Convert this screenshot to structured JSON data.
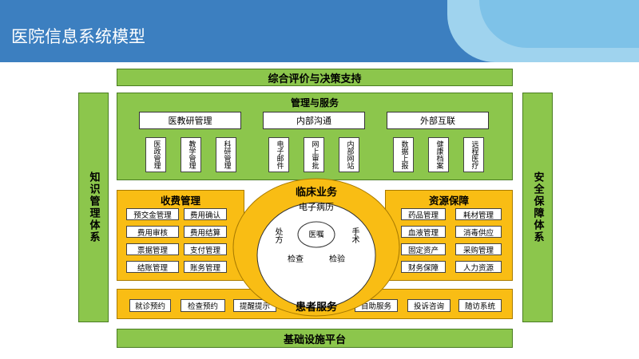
{
  "page_title": "医院信息系统模型",
  "top_bar": "综合评价与决策支持",
  "bottom_bar": "基础设施平台",
  "left_side": "知识管理体系",
  "right_side": "安全保障体系",
  "management": {
    "title": "管理与服务",
    "groups": [
      {
        "label": "医教研管理",
        "items": [
          "医政管理",
          "教学管理",
          "科研管理"
        ]
      },
      {
        "label": "内部沟通",
        "items": [
          "电子邮件",
          "网上审批",
          "内部网站"
        ]
      },
      {
        "label": "外部互联",
        "items": [
          "数据上报",
          "健康档案",
          "远程医疗"
        ]
      }
    ]
  },
  "billing": {
    "title": "收费管理",
    "items": [
      "预交金管理",
      "费用确认",
      "费用审核",
      "费用结算",
      "票据管理",
      "支付管理",
      "结账管理",
      "账务管理"
    ]
  },
  "resources": {
    "title": "资源保障",
    "items": [
      "药品管理",
      "耗材管理",
      "血液管理",
      "消毒供应",
      "固定资产",
      "采购管理",
      "财务保障",
      "人力资源"
    ]
  },
  "clinical": {
    "title": "临床业务",
    "emr": "电子病历",
    "prescription": "处方",
    "surgery": "手术",
    "order": "医嘱",
    "exam": "检查",
    "test": "检验"
  },
  "patient": {
    "title": "患者服务",
    "left_items": [
      "就诊预约",
      "检查预约",
      "提醒提示"
    ],
    "right_items": [
      "自助服务",
      "投诉咨询",
      "随访系统"
    ]
  }
}
